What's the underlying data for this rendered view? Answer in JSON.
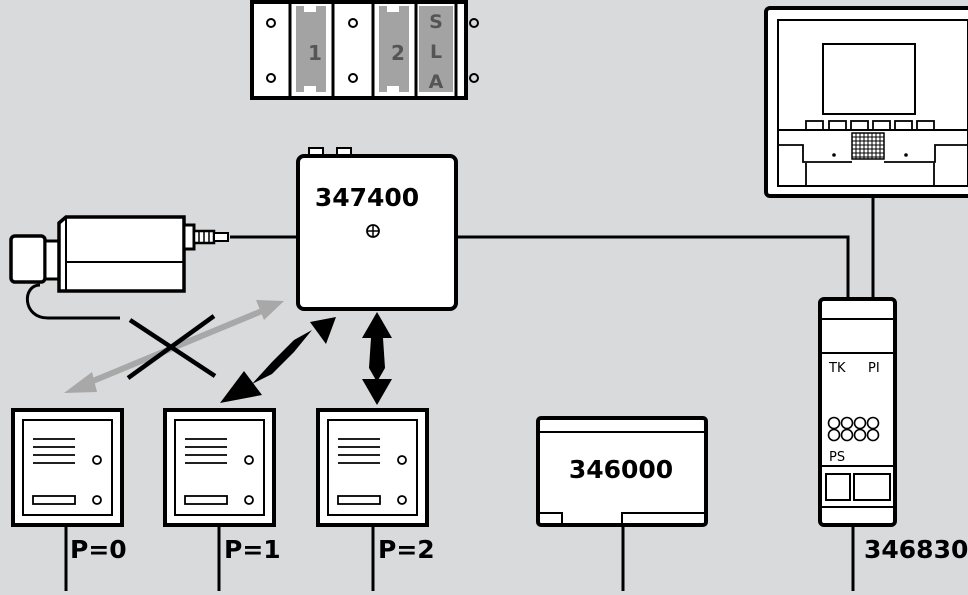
{
  "colors": {
    "background": "#d9dadb",
    "line": "#000000",
    "device_fill": "#ffffff",
    "switch_gray": "#a3a3a3",
    "disabled_arrow": "#a8a8a8"
  },
  "dip_switch": {
    "labels": [
      "1",
      "2"
    ],
    "sla_letters": [
      "S",
      "L",
      "A"
    ]
  },
  "interface_unit": {
    "code": "347400"
  },
  "power_supply": {
    "code": "346000"
  },
  "controller": {
    "code": "346830",
    "label_tk": "TK",
    "label_pi": "PI",
    "label_ps": "PS"
  },
  "entrance_panels": [
    {
      "label": "P=0",
      "status": "not-connected"
    },
    {
      "label": "P=1",
      "status": "connected"
    },
    {
      "label": "P=2",
      "status": "connected"
    }
  ],
  "icons": {
    "screw": "screw-icon",
    "cross": "cross-icon",
    "camera": "camera-icon",
    "monitor": "monitor-icon"
  }
}
